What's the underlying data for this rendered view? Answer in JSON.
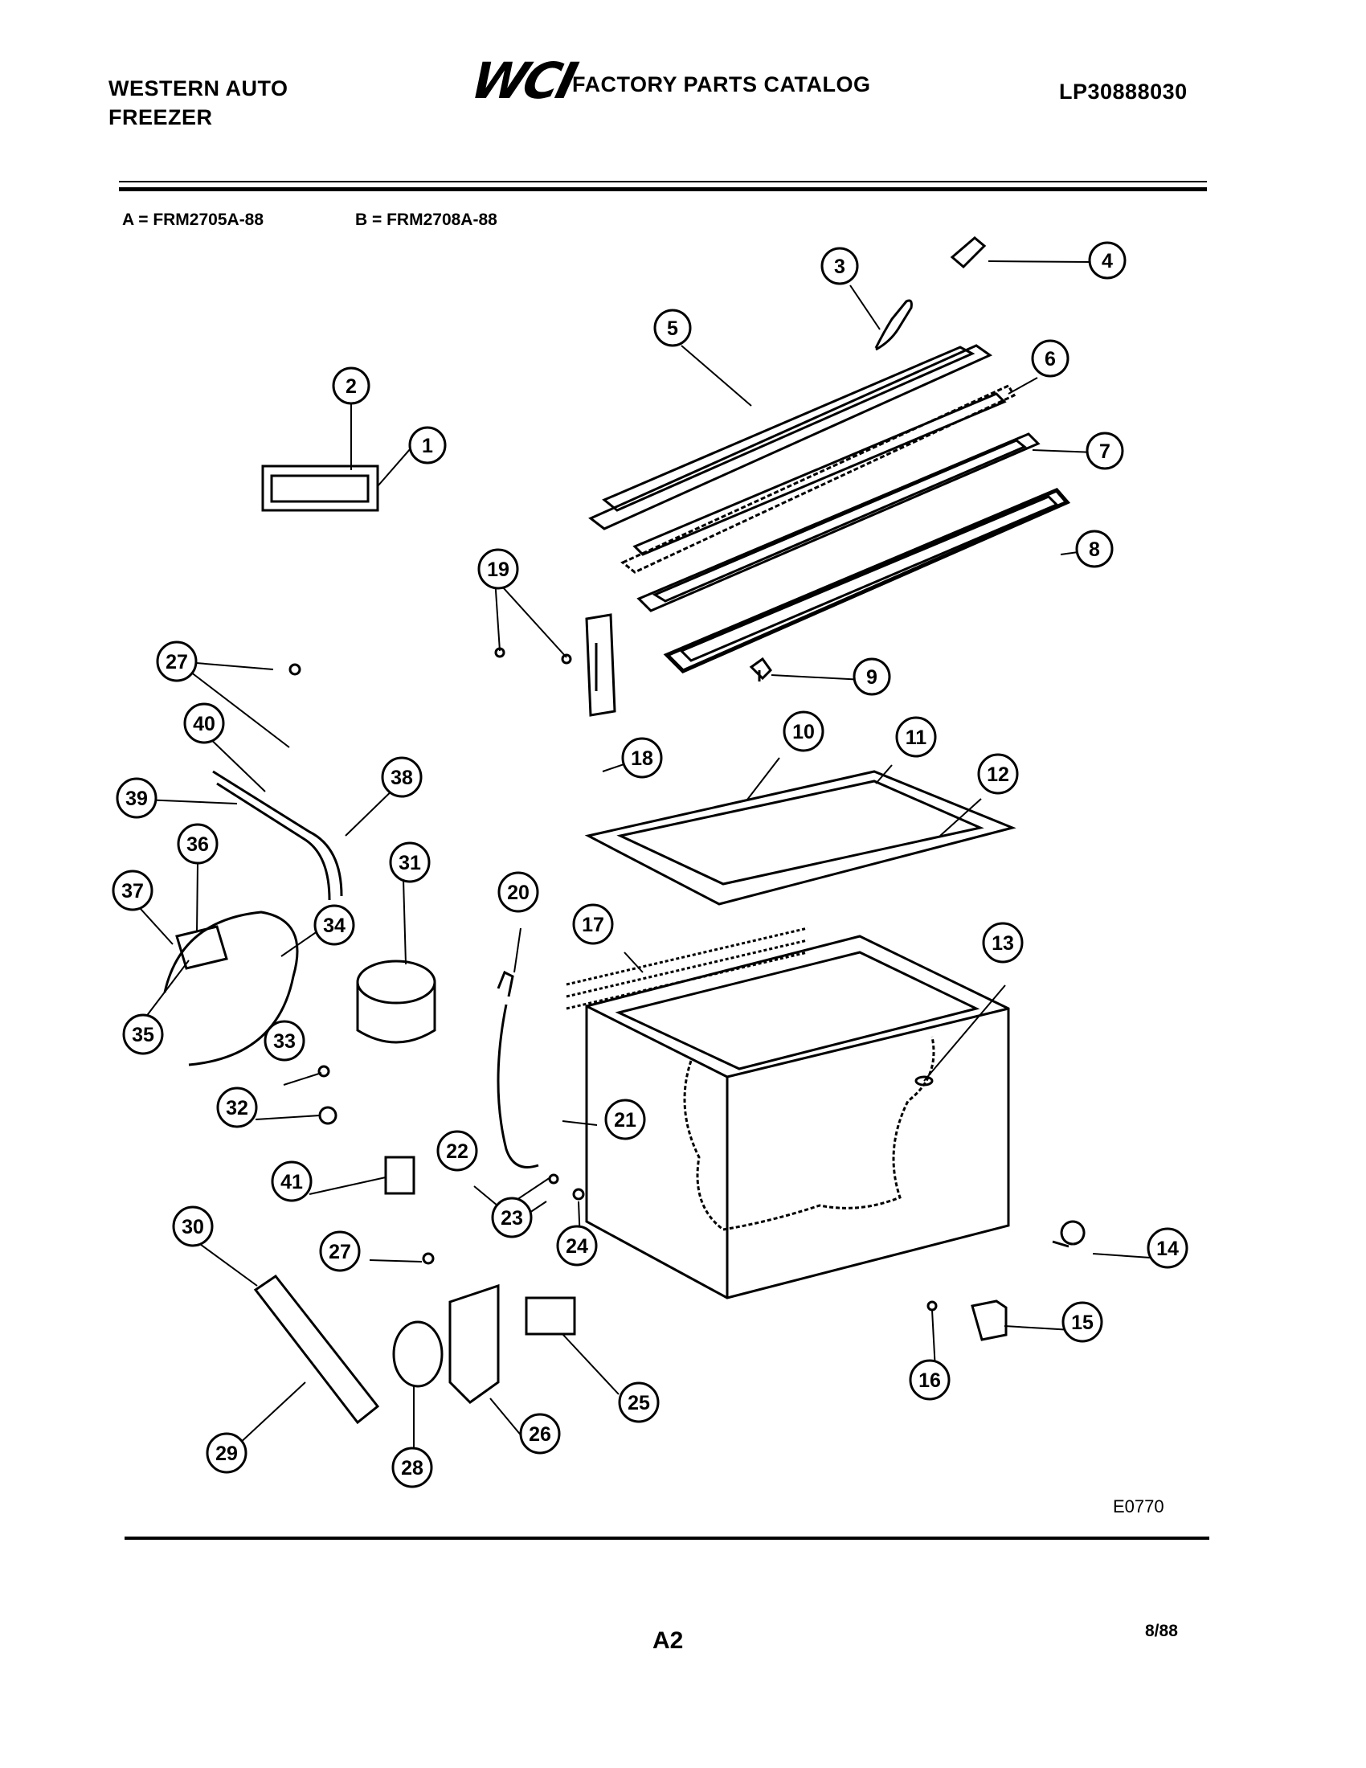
{
  "header": {
    "brand_line1": "WESTERN AUTO",
    "brand_line2": "FREEZER",
    "logo_text": "WCI",
    "catalog_title": "FACTORY PARTS CATALOG",
    "catalog_number": "LP30888030"
  },
  "models": {
    "a": "A = FRM2705A-88",
    "b": "B = FRM2708A-88"
  },
  "callouts": [
    "1",
    "2",
    "3",
    "4",
    "5",
    "6",
    "7",
    "8",
    "9",
    "10",
    "11",
    "12",
    "13",
    "14",
    "15",
    "16",
    "17",
    "18",
    "19",
    "20",
    "21",
    "22",
    "23",
    "24",
    "25",
    "26",
    "27",
    "27",
    "28",
    "29",
    "30",
    "31",
    "32",
    "33",
    "34",
    "35",
    "36",
    "37",
    "38",
    "39",
    "40",
    "41"
  ],
  "footer": {
    "diagram_id": "E0770",
    "page_number": "A2",
    "date": "8/88"
  }
}
